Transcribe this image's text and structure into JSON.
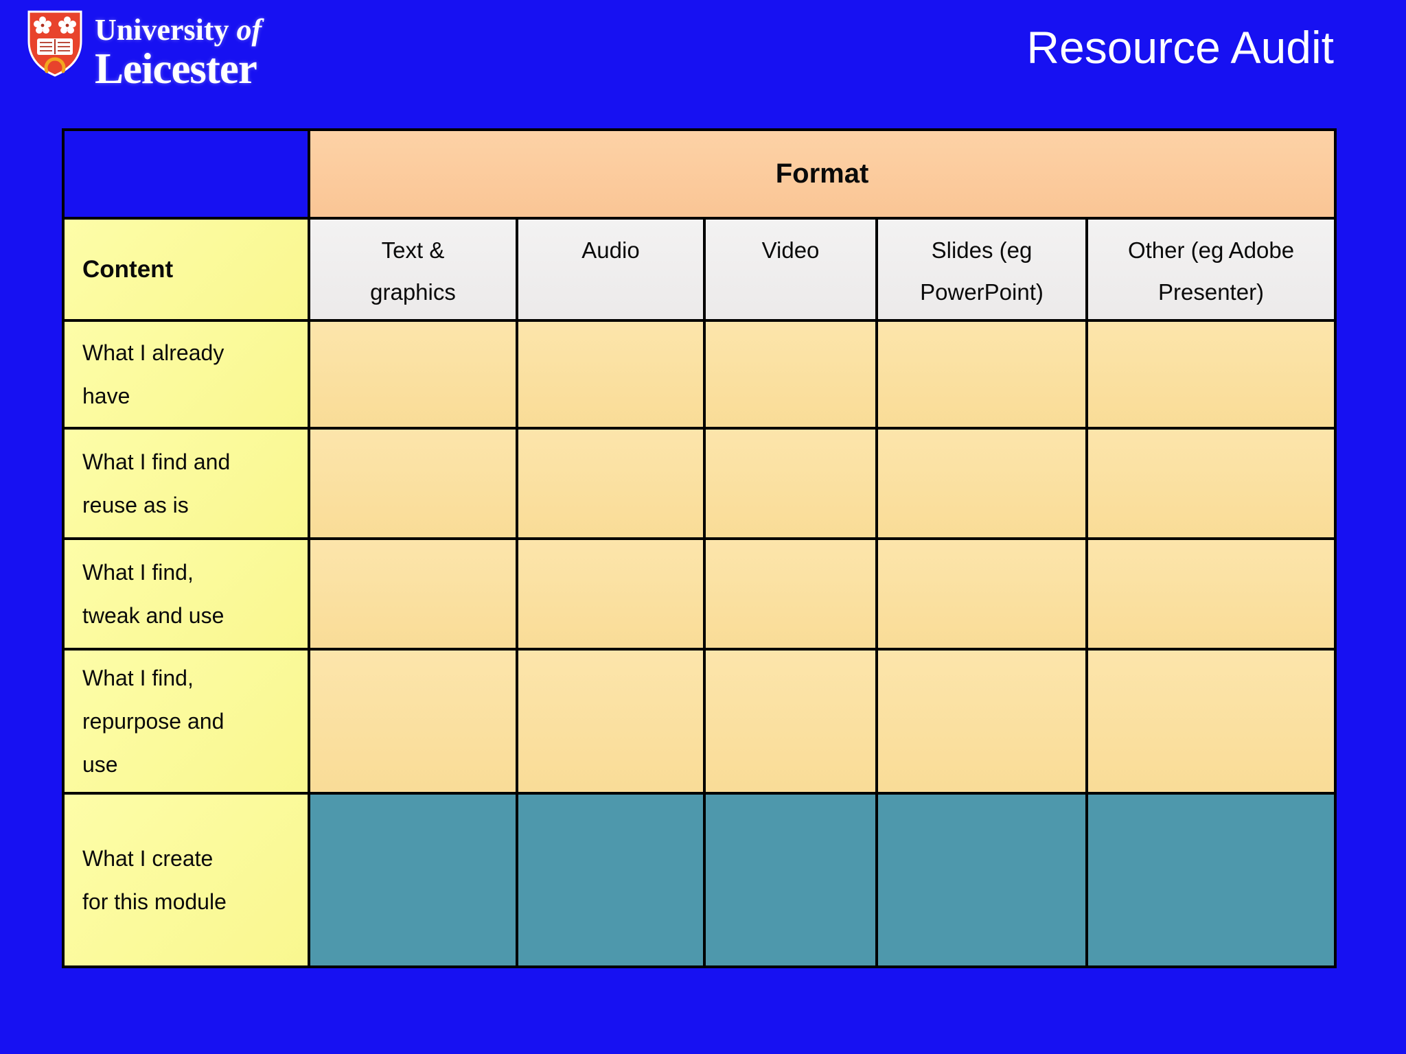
{
  "header": {
    "logo": {
      "word_university": "University",
      "word_of": "of",
      "word_leicester": "Leicester"
    },
    "title": "Resource Audit"
  },
  "table": {
    "format_header": "Format",
    "content_header": "Content",
    "columns": [
      "Text &\ngraphics",
      "Audio",
      "Video",
      "Slides (eg\nPowerPoint)",
      "Other (eg Adobe\nPresenter)"
    ],
    "rows": [
      {
        "label": "What I already\nhave",
        "cells": [
          "",
          "",
          "",
          "",
          ""
        ],
        "cell_style": "tan"
      },
      {
        "label": "What I find and\nreuse as is",
        "cells": [
          "",
          "",
          "",
          "",
          ""
        ],
        "cell_style": "tan"
      },
      {
        "label": "What I find,\ntweak and use",
        "cells": [
          "",
          "",
          "",
          "",
          ""
        ],
        "cell_style": "tan"
      },
      {
        "label": "What I find,\nrepurpose and\nuse",
        "cells": [
          "",
          "",
          "",
          "",
          ""
        ],
        "cell_style": "tan"
      },
      {
        "label": "What I create\nfor this module",
        "cells": [
          "",
          "",
          "",
          "",
          ""
        ],
        "cell_style": "teal"
      }
    ]
  },
  "colors": {
    "background_blue": "#1711f2",
    "format_peach": "#fbcb9c",
    "column_header_gray": "#efefef",
    "label_yellow": "#fbfa9c",
    "cell_tan": "#fbe2a3",
    "cell_teal": "#4e98ac",
    "border_black": "#000000",
    "title_white": "#ffffff",
    "crest_red": "#e8432c",
    "crest_gold": "#f2a71f"
  }
}
